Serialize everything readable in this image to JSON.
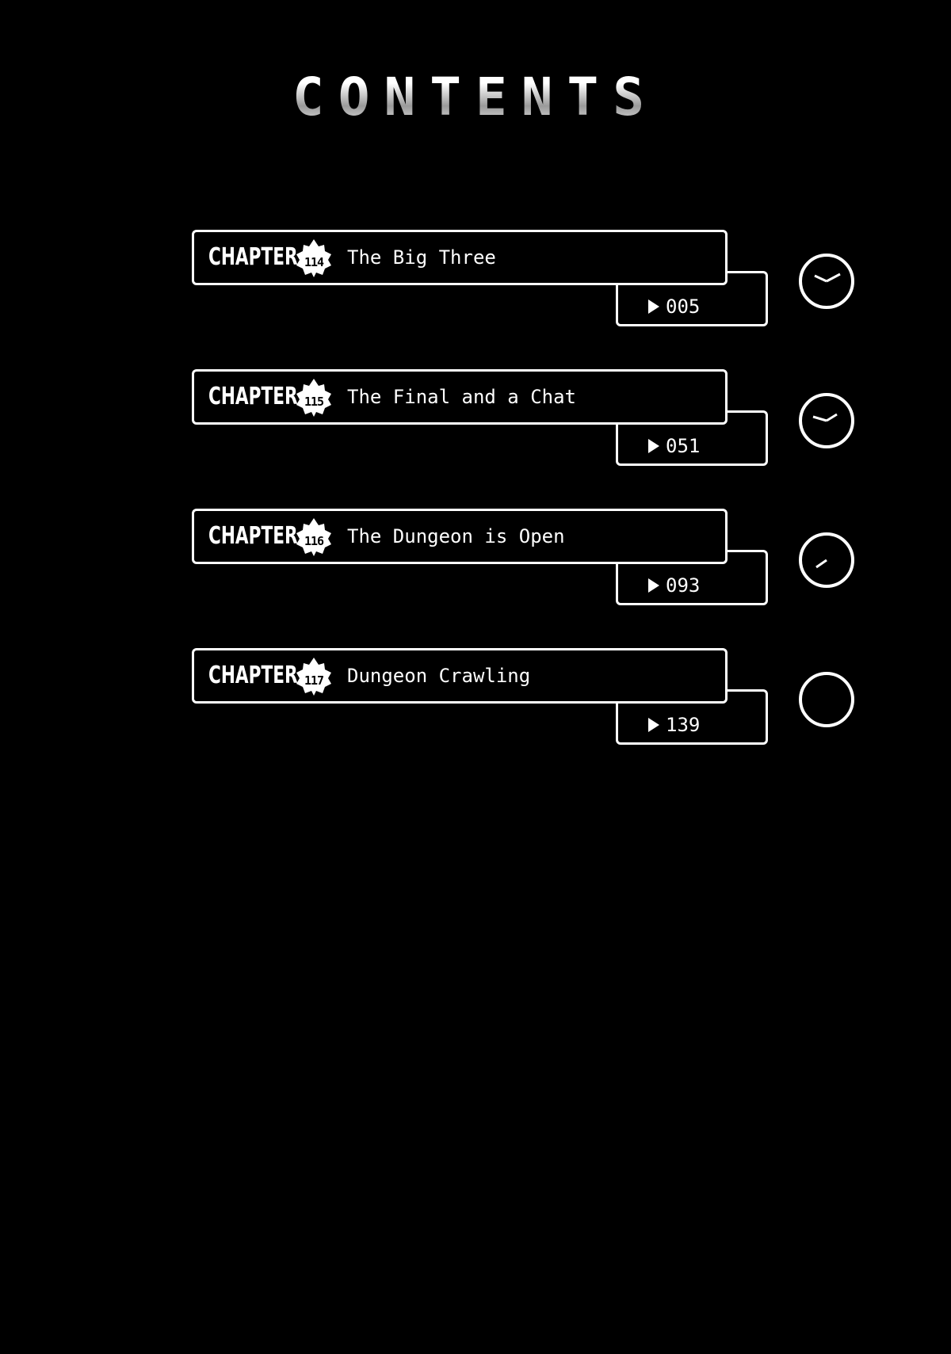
{
  "page": {
    "title": "CONTENTS"
  },
  "chapters": [
    {
      "label": "CHAPTER",
      "number": "114",
      "title": "The Big Three",
      "page": "005",
      "clock": "two-hands"
    },
    {
      "label": "CHAPTER",
      "number": "115",
      "title": "The Final and a Chat",
      "page": "051",
      "clock": "two-hands-b"
    },
    {
      "label": "CHAPTER",
      "number": "116",
      "title": "The Dungeon is Open",
      "page": "093",
      "clock": "one-hand"
    },
    {
      "label": "CHAPTER",
      "number": "117",
      "title": "Dungeon Crawling",
      "page": "139",
      "clock": "empty"
    }
  ],
  "icons": {
    "badge": "spiked-drop-badge-icon",
    "page_marker": "play-triangle-icon",
    "clock": "clock-icon"
  },
  "colors": {
    "background": "#000000",
    "foreground": "#ffffff"
  }
}
